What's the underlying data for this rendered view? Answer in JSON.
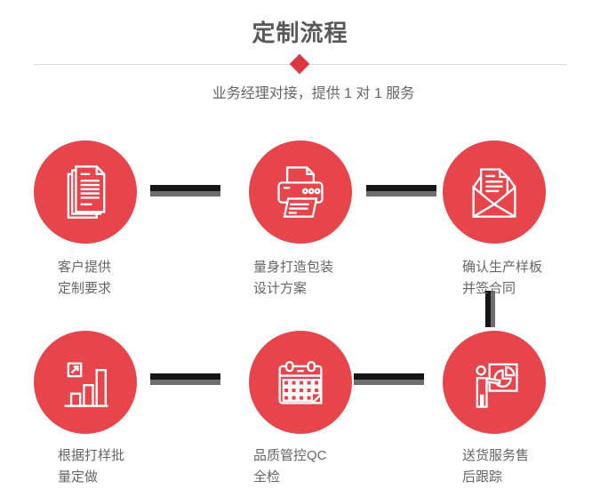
{
  "header": {
    "title": "定制流程",
    "subtitle": "业务经理对接，提供 1 对 1 服务"
  },
  "colors": {
    "circle_red": "#e7444b",
    "diamond_red": "#da3743",
    "connector_dark": "#161616",
    "connector_gray": "#6e6e6e",
    "title_gray": "#595959",
    "text_gray": "#666666",
    "divider_gray": "#dddddd"
  },
  "steps": [
    {
      "id": 1,
      "icon": "documents-icon",
      "label_line1": "客户提供",
      "label_line2": "定制要求"
    },
    {
      "id": 2,
      "icon": "printer-icon",
      "label_line1": "量身打造包装",
      "label_line2": "设计方案"
    },
    {
      "id": 3,
      "icon": "envelope-icon",
      "label_line1": "确认生产样板",
      "label_line2": "并签合同"
    },
    {
      "id": 4,
      "icon": "bar-chart-icon",
      "label_line1": "根据打样批",
      "label_line2": "量定做"
    },
    {
      "id": 5,
      "icon": "calendar-icon",
      "label_line1": "品质管控QC",
      "label_line2": "全检"
    },
    {
      "id": 6,
      "icon": "presentation-icon",
      "label_line1": "送货服务售",
      "label_line2": "后跟踪"
    }
  ]
}
